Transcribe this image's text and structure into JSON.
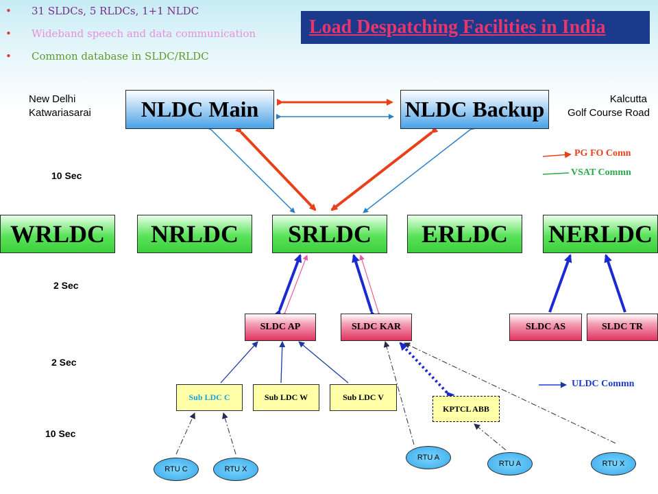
{
  "bullets": [
    {
      "text": "31 SLDCs, 5 RLDCs, 1+1 NLDC",
      "color": "#7a2a8c"
    },
    {
      "text": "Wideband speech and data communication",
      "color": "#e88fe0"
    },
    {
      "text": "Common database in SLDC/RLDC",
      "color": "#5b9a2b"
    }
  ],
  "bullet_char": "•",
  "title": "Load Despatching Facilities in India ",
  "nldc": {
    "main": "NLDC Main",
    "backup": "NLDC Backup"
  },
  "locations": {
    "delhi_1": "New Delhi",
    "delhi_2": "Katwariasarai",
    "kolkata_1": "Kalcutta",
    "kolkata_2": "Golf Course Road"
  },
  "intervals": {
    "nldc_rldc": "10 Sec",
    "rldc_sldc": "2 Sec",
    "sldc_sub": "2 Sec",
    "sub_rtu": "10 Sec"
  },
  "rldcs": [
    "WRLDC",
    "NRLDC",
    "SRLDC",
    "ERLDC",
    "NERLDC"
  ],
  "sldcs": [
    "SLDC AP",
    "SLDC KAR",
    "SLDC AS",
    "SLDC TR"
  ],
  "subs": [
    {
      "text": "Sub LDC C",
      "color": "#1aa0e0"
    },
    {
      "text": "Sub LDC W",
      "color": "#000000"
    },
    {
      "text": "Sub LDC V",
      "color": "#000000"
    }
  ],
  "kptcl": "KPTCL ABB",
  "rtus": [
    "RTU C",
    "RTU X",
    "RTU A",
    "RTU A",
    "RTU X"
  ],
  "legend": {
    "pg": {
      "text": "PG FO Comn",
      "color": "#e8401a"
    },
    "vsat": {
      "text": "VSAT Commn",
      "color": "#2aa84a"
    },
    "uldc": {
      "text": "ULDC Commn",
      "color": "#1a3ad0"
    }
  },
  "colors": {
    "orange": "#e8401a",
    "blue_thin": "#2a80c8",
    "pink": "#e85aa0",
    "dark_blue": "#1a2ad0",
    "navy": "#1a3aa0"
  }
}
